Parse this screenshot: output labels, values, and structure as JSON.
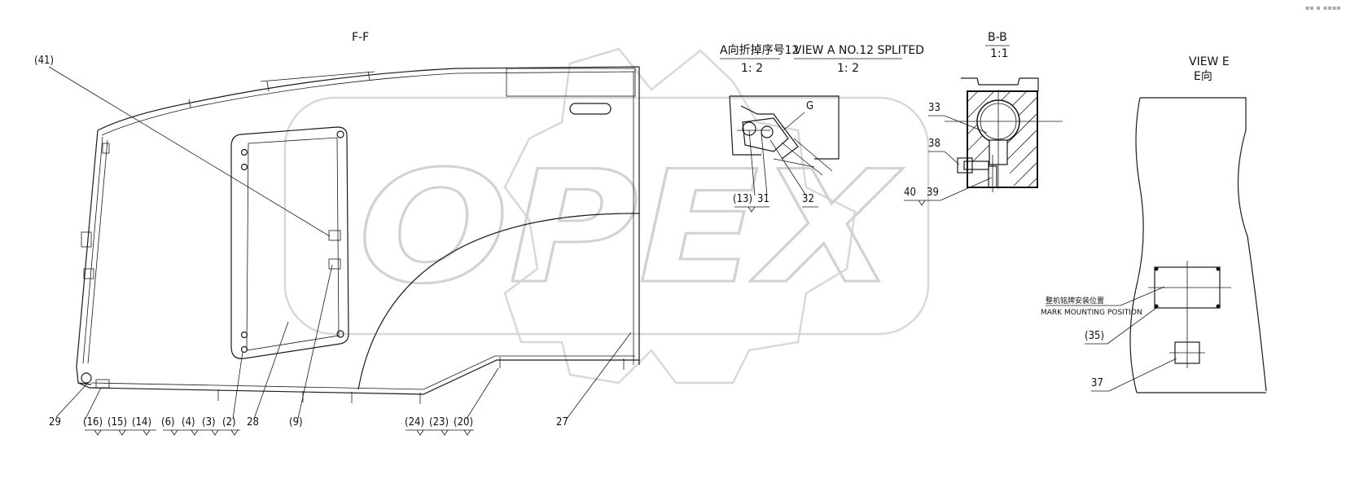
{
  "watermark": "OPEX",
  "views": {
    "ff": {
      "title": "F-F"
    },
    "view_a": {
      "title_cn": "A向折掉序号12",
      "scale_cn": "1: 2",
      "title_en": "VIEW A  NO.12 SPLITED",
      "scale_en": "1: 2",
      "label_g": "G"
    },
    "bb": {
      "title": "B-B",
      "scale": "1:1"
    },
    "view_e": {
      "title_en": "VIEW E",
      "title_cn": "E向",
      "mark_cn": "整机铭牌安装位置",
      "mark_en": "MARK MOUNTING POSITION"
    }
  },
  "callouts": {
    "c41": "(41)",
    "c29": "29",
    "c16": "(16)",
    "c15": "(15)",
    "c14": "(14)",
    "c6": "(6)",
    "c4": "(4)",
    "c3": "(3)",
    "c2": "(2)",
    "c28": "28",
    "c9": "(9)",
    "c24": "(24)",
    "c23": "(23)",
    "c20": "(20)",
    "c27": "27",
    "c13": "(13)",
    "c31": "31",
    "c32": "32",
    "c33": "33",
    "c38": "38",
    "c40": "40",
    "c39": "39",
    "c35": "(35)",
    "c37": "37"
  },
  "header_icons": {
    "left": "dots-icon",
    "right": "dots-icon"
  }
}
